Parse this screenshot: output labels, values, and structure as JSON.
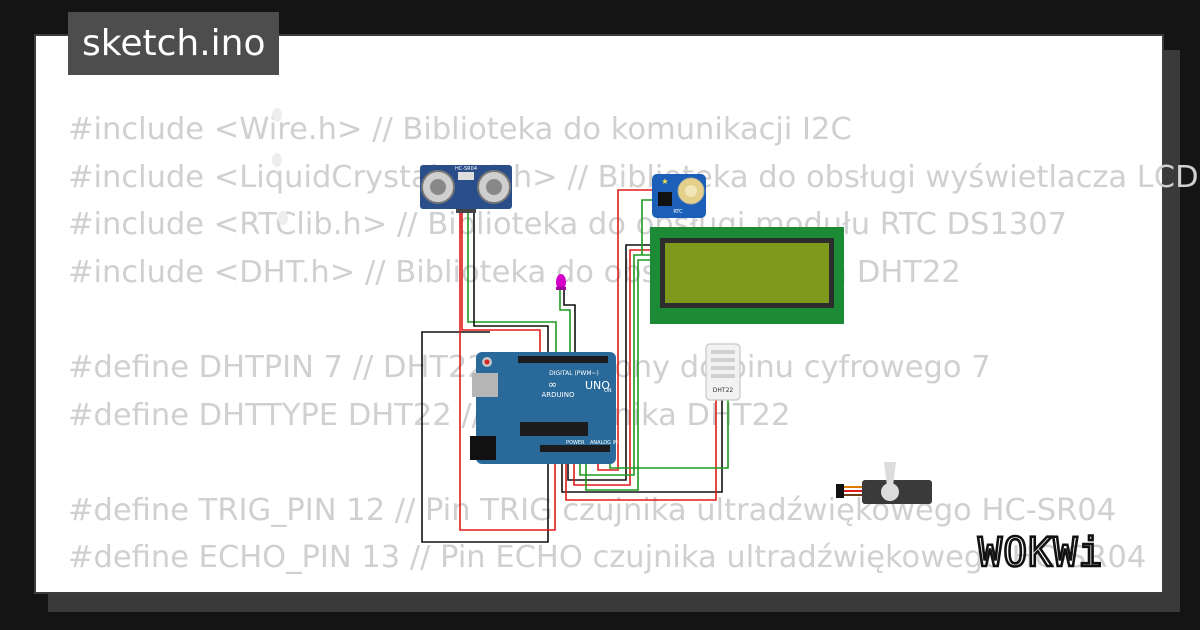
{
  "tab": {
    "title": "sketch.ino"
  },
  "code_lines": [
    "#include <Wire.h> // Biblioteka do komunikacji I2C",
    "#include <LiquidCrystal_I2C.h> // Biblioteka do obsługi wyświetlacza LCD",
    "#include <RTClib.h> // Biblioteka do obsługi modułu RTC DS1307",
    "#include <DHT.h> // Biblioteka do obsługi czujnika DHT22",
    "",
    "#define DHTPIN 7 // DHT22 podłączony do pinu cyfrowego 7",
    "#define DHTTYPE DHT22 // Typ czujnika DHT22",
    "",
    "#define TRIG_PIN 12 // Pin TRIG czujnika ultradźwiękowego HC-SR04",
    "#define ECHO_PIN 13 // Pin ECHO czujnika ultradźwiękowego HC-SR04"
  ],
  "components": {
    "arduino_brand": "ARDUINO",
    "arduino_model": "UNO",
    "arduino_digital": "DIGITAL (PWM~)",
    "arduino_power": "POWER",
    "arduino_analog": "ANALOG IN",
    "arduino_on": "ON",
    "rtc_label": "RTC",
    "dht_label": "DHT22",
    "sonar_label": "HC-SR04"
  },
  "logo": {
    "text": "WOKWi"
  },
  "colors": {
    "board": "#2a6a9a",
    "lcd_frame": "#1d8a36",
    "lcd_screen": "#7d9a1c",
    "wire_red": "#e01b1b",
    "wire_green": "#1e9a1e",
    "wire_black": "#111111",
    "rtc_board": "#1b5fb8",
    "led": "#d400c8"
  }
}
